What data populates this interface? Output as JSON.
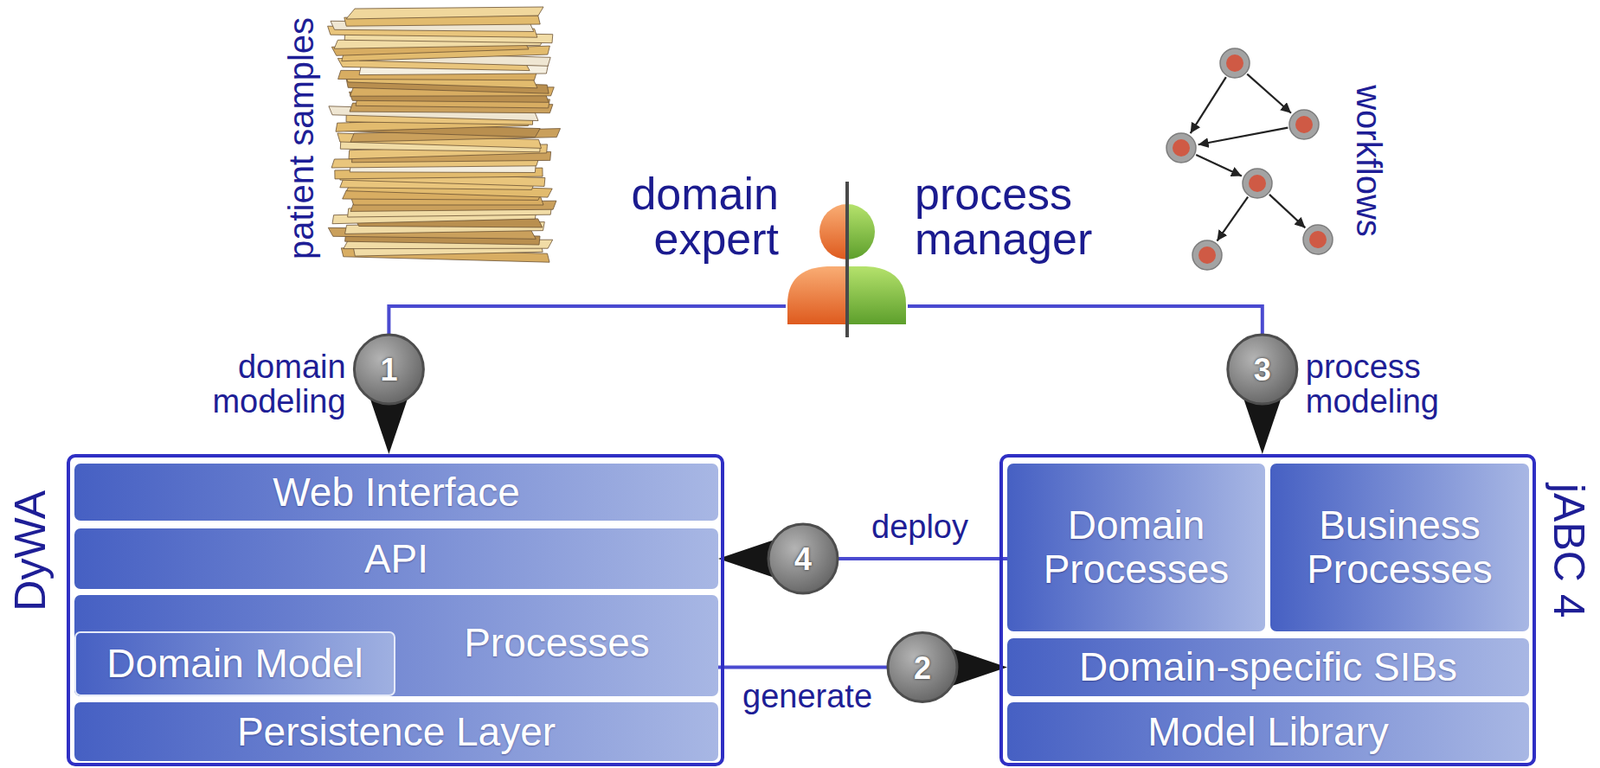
{
  "diagram": {
    "nodes": [
      {
        "text": [
          "domain expert",
          "process manager"
        ]
      },
      {
        "text": [
          "DyWA"
        ]
      },
      {
        "text": [
          "Web Interface"
        ],
        "in": 1
      },
      {
        "text": [
          "API"
        ],
        "in": 1
      },
      {
        "text": [
          "Processes"
        ],
        "in": 1
      },
      {
        "text": [
          "Domain Model"
        ],
        "in": 4
      },
      {
        "text": [
          "Persistence Layer"
        ],
        "in": 1
      },
      {
        "text": [
          "jABC 4"
        ]
      },
      {
        "text": [
          "Domain Processes"
        ],
        "in": 7
      },
      {
        "text": [
          "Business Processes"
        ],
        "in": 7
      },
      {
        "text": [
          "Domain-specific SIBs"
        ],
        "in": 7
      },
      {
        "text": [
          "Model Library"
        ],
        "in": 7
      }
    ],
    "edges": [
      {
        "from": 0,
        "to": 1,
        "arrow": "to",
        "label": "domain modeling"
      },
      {
        "from": 4,
        "to": 10,
        "arrow": "to",
        "label": "generate"
      },
      {
        "from": 0,
        "to": 7,
        "arrow": "to",
        "label": "process modeling"
      },
      {
        "from": 8,
        "to": 3,
        "arrow": "to",
        "label": "deploy"
      }
    ],
    "labels": [
      "patient samples",
      "workflows",
      "1",
      "2",
      "3",
      "4"
    ]
  }
}
